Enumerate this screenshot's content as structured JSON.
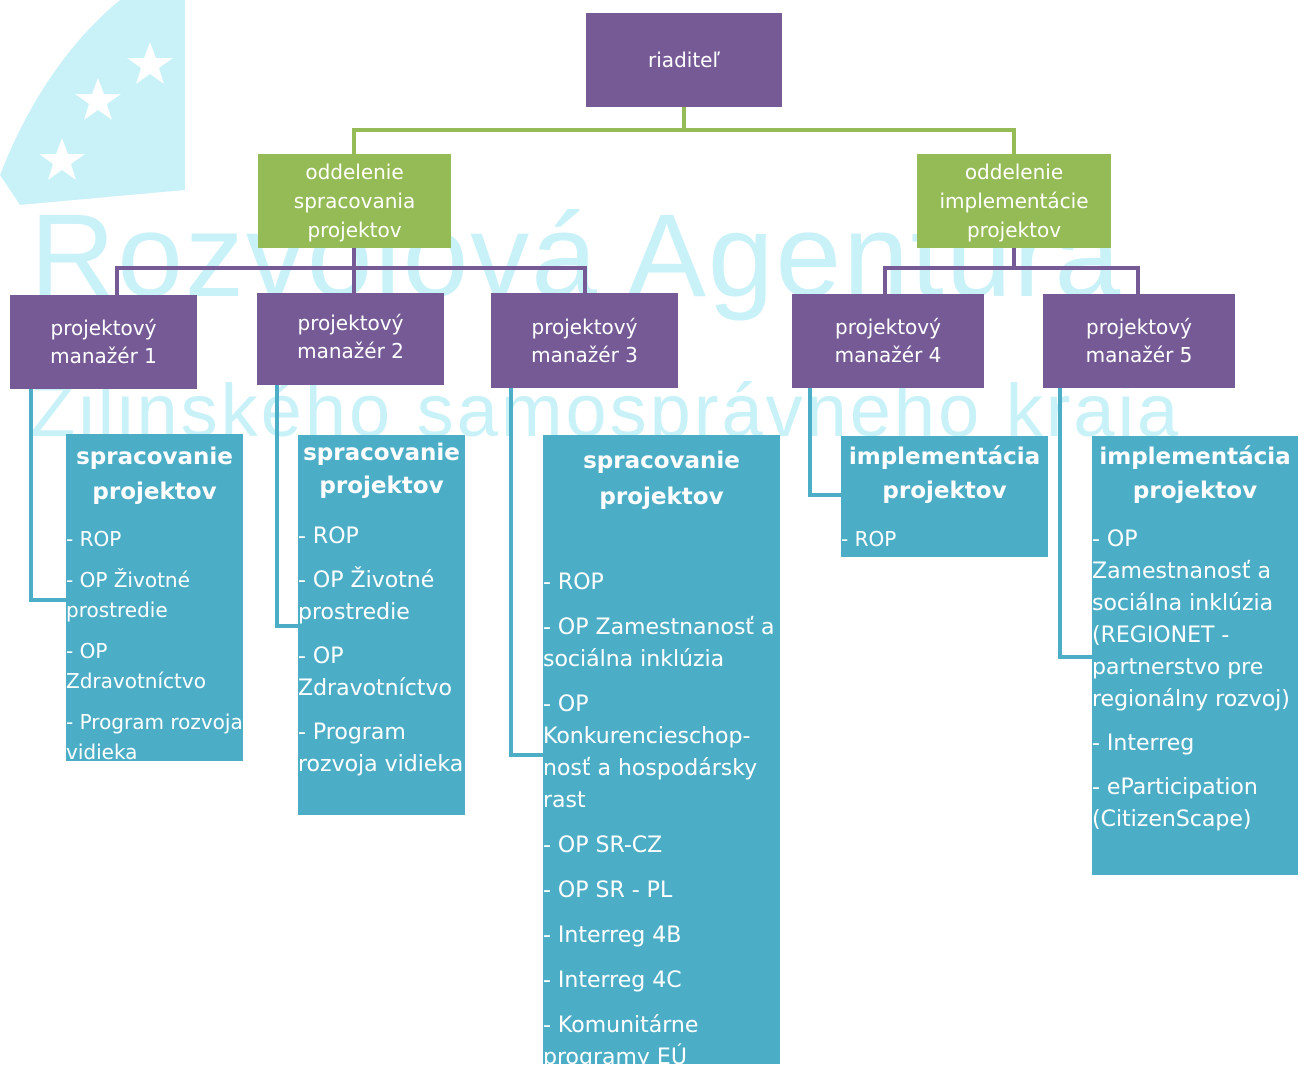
{
  "colors": {
    "director": "#755a96",
    "department": "#94bb55",
    "manager": "#755a96",
    "task": "#4cadc6",
    "connector_top": "#94bb55",
    "connector_mid": "#755a96",
    "connector_bottom": "#4cadc6",
    "watermark": "#c8f1f8"
  },
  "watermark": {
    "line1": "Rozvojová Agentúra",
    "line2": "Žilinského samosprávneho kraja"
  },
  "director": {
    "label": "riaditeľ"
  },
  "departments": [
    {
      "lines": [
        "oddelenie",
        "spracovania",
        "projektov"
      ]
    },
    {
      "lines": [
        "oddelenie",
        "implementácie",
        "projektov"
      ]
    }
  ],
  "managers": [
    {
      "lines": [
        "projektový",
        "manažér 1"
      ]
    },
    {
      "lines": [
        "projektový",
        "manažér 2"
      ]
    },
    {
      "lines": [
        "projektový",
        "manažér 3"
      ]
    },
    {
      "lines": [
        "projektový",
        "manažér 4"
      ]
    },
    {
      "lines": [
        "projektový",
        "manažér 5"
      ]
    }
  ],
  "tasks": [
    {
      "title": "spracovanie projektov",
      "items": [
        "- ROP",
        "- OP Životné prostredie",
        "- OP Zdravotníctvo",
        "- Program rozvoja vidieka"
      ]
    },
    {
      "title": "spracovanie projektov",
      "items": [
        "- ROP",
        "- OP Životné prostredie",
        "- OP Zdravotníctvo",
        "- Program rozvoja vidieka"
      ]
    },
    {
      "title": "spracovanie projektov",
      "items": [
        "- ROP",
        "- OP Zamestnanosť a sociálna inklúzia",
        "- OP Konkurencieschop-nosť a hospodársky rast",
        "- OP SR-CZ",
        "- OP SR - PL",
        "- Interreg 4B",
        "- Interreg 4C",
        "- Komunitárne programy EÚ"
      ]
    },
    {
      "title": "implementácia projektov",
      "items": [
        "- ROP"
      ]
    },
    {
      "title": "implementácia projektov",
      "items": [
        "- OP Zamestnanosť a sociálna inklúzia (REGIONET - partnerstvo pre regionálny rozvoj)",
        "- Interreg",
        "- eParticipation (CitizenScape)"
      ]
    }
  ]
}
